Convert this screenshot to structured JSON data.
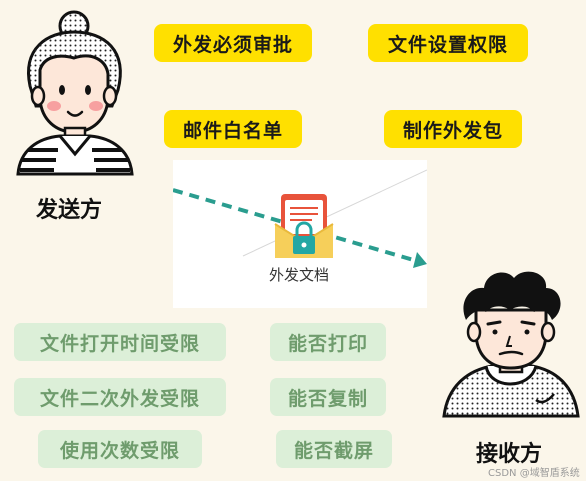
{
  "sender": {
    "label": "发送方"
  },
  "receiver": {
    "label": "接收方"
  },
  "document": {
    "label": "外发文档"
  },
  "sender_controls": [
    "外发必须审批",
    "文件设置权限",
    "邮件白名单",
    "制作外发包"
  ],
  "receiver_controls_left": [
    "文件打开时间受限",
    "文件二次外发受限",
    "使用次数受限"
  ],
  "receiver_controls_right": [
    "能否打印",
    "能否复制",
    "能否截屏"
  ],
  "watermark": "CSDN @域智盾系统",
  "colors": {
    "background": "#fbf6ea",
    "sender_tag": "#ffe000",
    "receiver_tag": "#dcefd8",
    "receiver_tag_text": "#6f9c6d",
    "arrow": "#2a9d8f"
  },
  "icons": [
    "sender-avatar-icon",
    "receiver-avatar-icon",
    "document-envelope-lock-icon"
  ]
}
